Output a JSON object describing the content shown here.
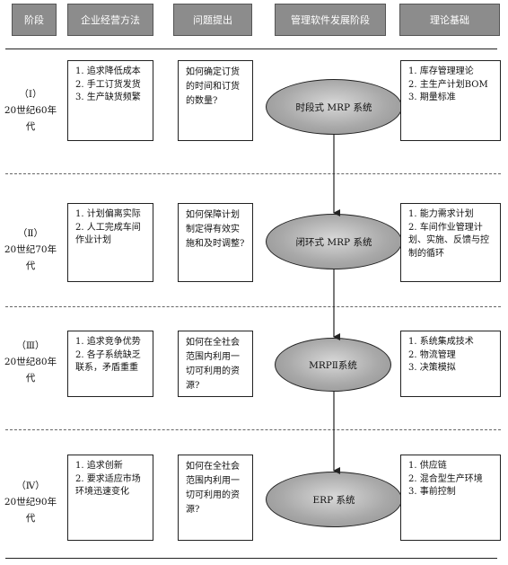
{
  "headers": [
    "阶段",
    "企业经营方法",
    "问题提出",
    "管理软件发展阶段",
    "理论基础"
  ],
  "stages": [
    {
      "era_num": "（Ⅰ）",
      "era_years": "20世纪60年代",
      "methods": [
        "1. 追求降低成本",
        "2. 手工订货发货",
        "3. 生产缺货频繁"
      ],
      "question": "如何确定订货的时间和订货的数量?",
      "system": "时段式 MRP 系统",
      "theory": [
        "1. 库存管理理论",
        "2. 主生产计划BOM",
        "3. 期量标准"
      ]
    },
    {
      "era_num": "（Ⅱ）",
      "era_years": "20世纪70年代",
      "methods": [
        "1. 计划偏离实际",
        "2. 人工完成车间作业计划"
      ],
      "question": "如何保障计划制定得有效实施和及时调整?",
      "system": "闭环式 MRP 系统",
      "theory": [
        "1. 能力需求计划",
        "2. 车间作业管理计划、实施、反馈与控制的循环"
      ]
    },
    {
      "era_num": "（Ⅲ）",
      "era_years": "20世纪80年代",
      "methods": [
        "1. 追求竞争优势",
        "2. 各子系统缺乏联系，矛盾重重"
      ],
      "question": "如何在全社会范围内利用一切可利用的资源?",
      "system": "MRPⅡ系统",
      "theory": [
        "1. 系统集成技术",
        "2. 物流管理",
        "3. 决策模拟"
      ]
    },
    {
      "era_num": "（Ⅳ）",
      "era_years": "20世纪90年代",
      "methods": [
        "1. 追求创新",
        "2. 要求适应市场环境迅速变化"
      ],
      "question": "如何在全社会范围内利用一切可利用的资源?",
      "system": "ERP 系统",
      "theory": [
        "1. 供应链",
        "2. 混合型生产环境",
        "3. 事前控制"
      ]
    }
  ]
}
